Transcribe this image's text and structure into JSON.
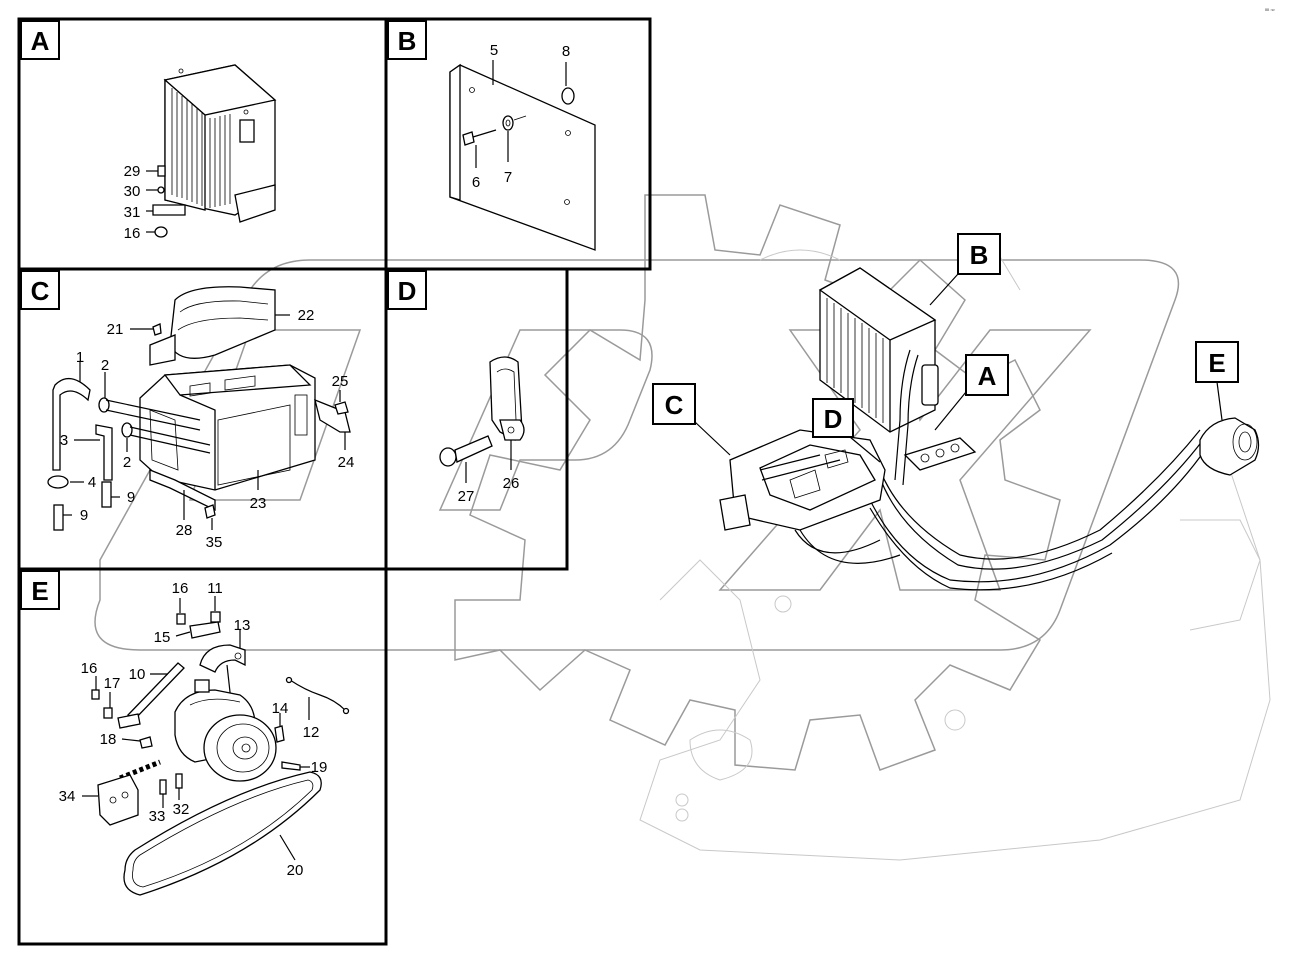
{
  "panels": {
    "A": {
      "letter": "A",
      "callouts": [
        "29",
        "30",
        "31",
        "16"
      ]
    },
    "B": {
      "letter": "B",
      "callouts": [
        "5",
        "8",
        "6",
        "7"
      ]
    },
    "C": {
      "letter": "C",
      "callouts": [
        "21",
        "22",
        "1",
        "2",
        "25",
        "3",
        "2",
        "24",
        "4",
        "9",
        "9",
        "23",
        "28",
        "35"
      ]
    },
    "D": {
      "letter": "D",
      "callouts": [
        "27",
        "26"
      ]
    },
    "E": {
      "letter": "E",
      "callouts": [
        "16",
        "11",
        "15",
        "13",
        "16",
        "17",
        "10",
        "14",
        "12",
        "18",
        "19",
        "34",
        "33",
        "32",
        "20"
      ]
    }
  },
  "overview": {
    "labels": [
      "B",
      "A",
      "C",
      "D",
      "E"
    ]
  },
  "corner_stamp": "ᴮᴮ ʳᵉʳ"
}
